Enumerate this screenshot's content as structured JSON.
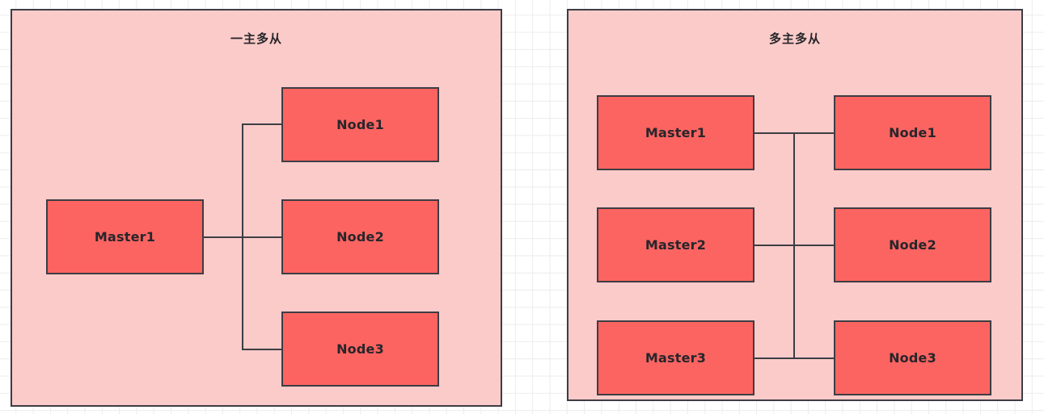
{
  "diagram": {
    "panels": [
      {
        "id": "one-master-many-slaves",
        "title": "一主多从",
        "nodes": [
          {
            "id": "master1",
            "label": "Master1",
            "role": "master"
          },
          {
            "id": "node1",
            "label": "Node1",
            "role": "slave"
          },
          {
            "id": "node2",
            "label": "Node2",
            "role": "slave"
          },
          {
            "id": "node3",
            "label": "Node3",
            "role": "slave"
          }
        ],
        "edges": [
          {
            "from": "master1",
            "to": "node1"
          },
          {
            "from": "master1",
            "to": "node2"
          },
          {
            "from": "master1",
            "to": "node3"
          }
        ]
      },
      {
        "id": "many-masters-many-slaves",
        "title": "多主多从",
        "nodes": [
          {
            "id": "master1",
            "label": "Master1",
            "role": "master"
          },
          {
            "id": "master2",
            "label": "Master2",
            "role": "master"
          },
          {
            "id": "master3",
            "label": "Master3",
            "role": "master"
          },
          {
            "id": "node1",
            "label": "Node1",
            "role": "slave"
          },
          {
            "id": "node2",
            "label": "Node2",
            "role": "slave"
          },
          {
            "id": "node3",
            "label": "Node3",
            "role": "slave"
          }
        ],
        "edges": [
          {
            "from": "master1",
            "to": "node1"
          },
          {
            "from": "master2",
            "to": "node2"
          },
          {
            "from": "master3",
            "to": "node3"
          },
          {
            "from": "bus",
            "to": "all"
          }
        ]
      }
    ]
  },
  "colors": {
    "panel_fill": "#FBCBC9",
    "node_fill": "#FC6461",
    "stroke": "#3d3d44",
    "text": "#26262b",
    "canvas_bg": "#ffffff",
    "grid_line": "#ececec"
  }
}
